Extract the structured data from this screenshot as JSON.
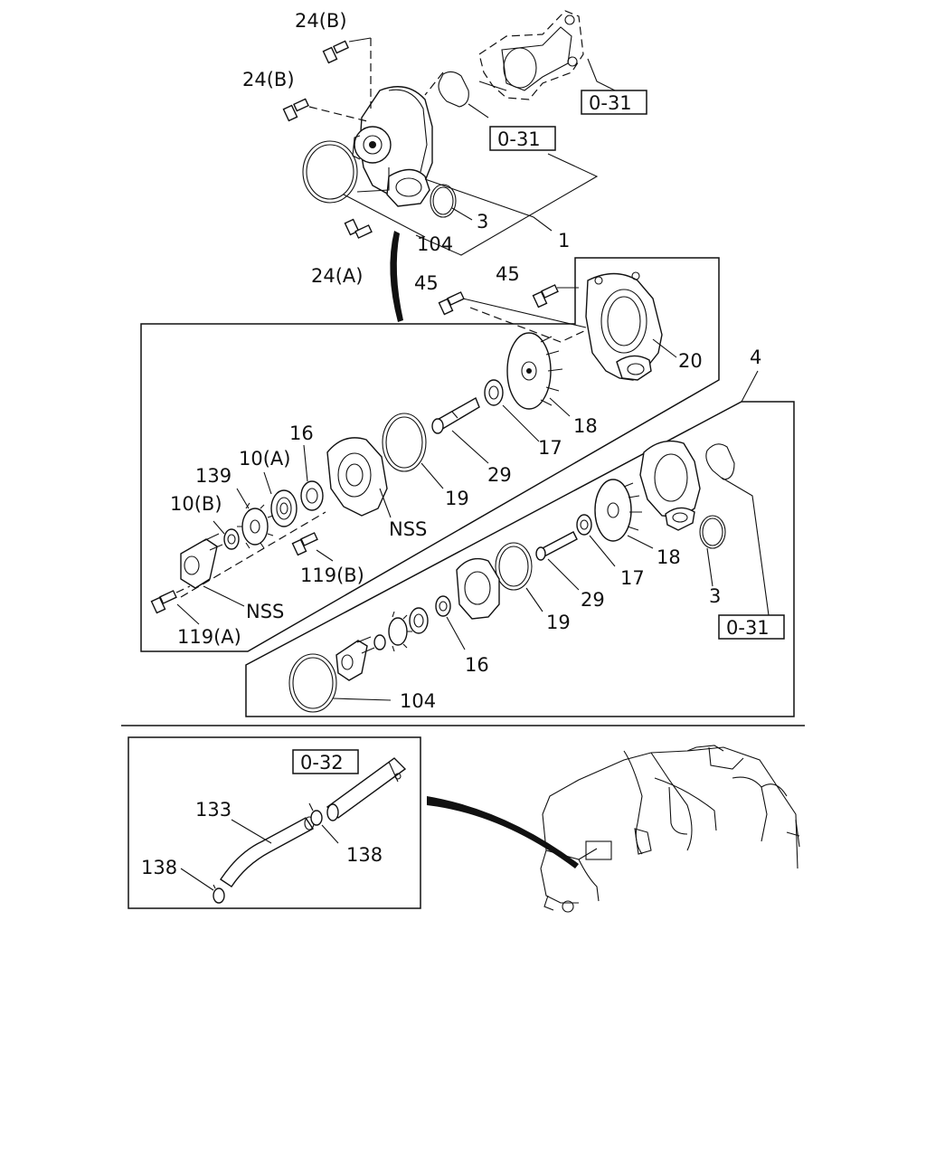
{
  "labels": {
    "p24b_1": "24(B)",
    "p24b_2": "24(B)",
    "p24a": "24(A)",
    "p104_top": "104",
    "p3_top": "3",
    "p1": "1",
    "p45_1": "45",
    "p45_2": "45",
    "p20": "20",
    "p4": "4",
    "p18_a": "18",
    "p17_a": "17",
    "p29_a": "29",
    "p19_a": "19",
    "p16_a": "16",
    "p10a": "10(A)",
    "p139": "139",
    "p10b": "10(B)",
    "nss_1": "NSS",
    "nss_2": "NSS",
    "p119b": "119(B)",
    "p119a": "119(A)",
    "p18_b": "18",
    "p17_b": "17",
    "p29_b": "29",
    "p19_b": "19",
    "p16_b": "16",
    "p3_b": "3",
    "p104_b": "104",
    "p133": "133",
    "p138_1": "138",
    "p138_2": "138"
  },
  "refs": {
    "ref_031_a": "0-31",
    "ref_031_b": "0-31",
    "ref_031_c": "0-31",
    "ref_032": "0-32"
  }
}
